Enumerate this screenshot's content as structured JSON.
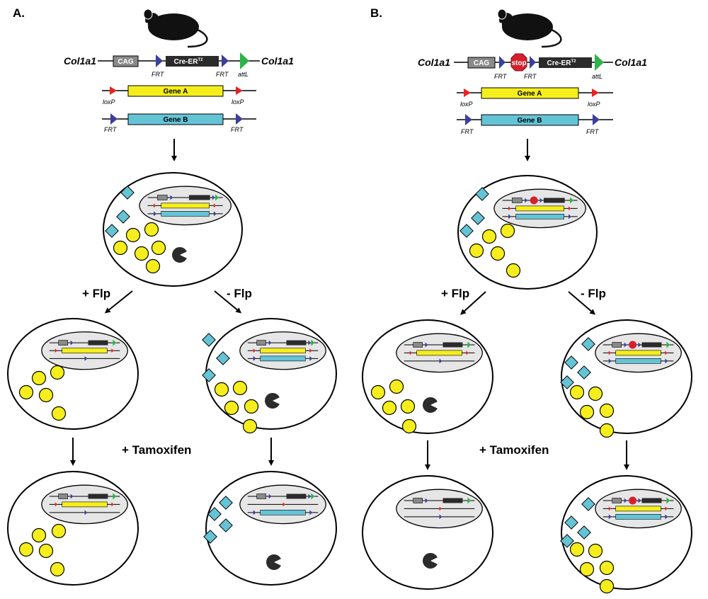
{
  "panels": {
    "a": {
      "label": "A.",
      "construct": {
        "left_locus": "Col1a1",
        "right_locus": "Col1a1",
        "promoter": "CAG",
        "cre": "Cre-ER",
        "cre_sup": "T2",
        "frt_label": "FRT",
        "attl_label": "attL"
      },
      "gene_a": {
        "name": "Gene A",
        "site": "loxP"
      },
      "gene_b": {
        "name": "Gene B",
        "site": "FRT"
      },
      "plus_flp": "+ Flp",
      "minus_flp": "- Flp"
    },
    "b": {
      "label": "B.",
      "construct": {
        "left_locus": "Col1a1",
        "right_locus": "Col1a1",
        "promoter": "CAG",
        "stop": "stop",
        "cre": "Cre-ER",
        "cre_sup": "T2",
        "frt_label": "FRT",
        "attl_label": "attL"
      },
      "gene_a": {
        "name": "Gene A",
        "site": "loxP"
      },
      "gene_b": {
        "name": "Gene B",
        "site": "FRT"
      },
      "plus_flp": "+ Flp",
      "minus_flp": "- Flp"
    }
  },
  "tamoxifen": "+ Tamoxifen",
  "colors": {
    "gene_a": "#f5ee1c",
    "gene_b": "#64c4d6",
    "frt": "#3b3f9c",
    "loxp": "#e8231f",
    "attl": "#2fb34a",
    "stop": "#d6202c",
    "cre": "#2b2b2b",
    "cag": "#8a8a8a",
    "nucleus": "#e6e6e6",
    "cell_border": "#000000",
    "circle": "#f5ee1c",
    "diamond": "#64c4d6",
    "pacman": "#2b2b2b"
  }
}
